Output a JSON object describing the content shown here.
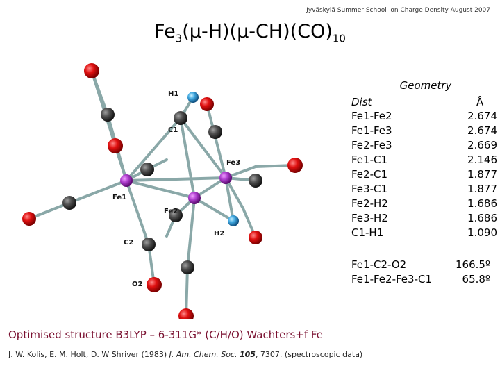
{
  "header": "Jyväskylä Summer School  on Charge Density August 2007",
  "title": {
    "main": "Fe",
    "sub1": "3",
    "rest": "(μ-H)(μ-CH)(CO)",
    "sub2": "10"
  },
  "molecule_labels": {
    "h1": "H1",
    "c1": "C1",
    "fe3": "Fe3",
    "fe1": "Fe1",
    "fe2": "Fe2",
    "h2": "H2",
    "c2": "C2",
    "o2": "O2"
  },
  "colors": {
    "oxygen": "#e01010",
    "carbon": "#505050",
    "iron": "#b040d0",
    "hydrogen": "#40a8e0",
    "bond": "#8aa8a8",
    "footer": "#7a1030"
  },
  "geometry": {
    "title": "Geometry",
    "col_label": "Dist",
    "col_unit": "Å",
    "rows": [
      {
        "label": "Fe1-Fe2",
        "value": "2.674"
      },
      {
        "label": "Fe1-Fe3",
        "value": "2.674"
      },
      {
        "label": "Fe2-Fe3",
        "value": "2.669"
      },
      {
        "label": "Fe1-C1",
        "value": "2.146"
      },
      {
        "label": "Fe2-C1",
        "value": "1.877"
      },
      {
        "label": "Fe3-C1",
        "value": "1.877"
      },
      {
        "label": "Fe2-H2",
        "value": "1.686"
      },
      {
        "label": "Fe3-H2",
        "value": "1.686"
      },
      {
        "label": "C1-H1",
        "value": "1.090"
      }
    ]
  },
  "angles": [
    {
      "label": "Fe1-C2-O2",
      "value": "166.5º"
    },
    {
      "label": "Fe1-Fe2-Fe3-C1",
      "value": "65.8º"
    }
  ],
  "footer": {
    "method": "Optimised structure B3LYP – 6-311G* (C/H/O) Wachters+f Fe",
    "ref_authors": "J. W. Kolis, E. M. Holt, D. W Shriver (1983) ",
    "ref_journal": "J. Am. Chem. Soc.",
    "ref_volume": "105",
    "ref_pages": ", 7307. (spectroscopic data)"
  }
}
